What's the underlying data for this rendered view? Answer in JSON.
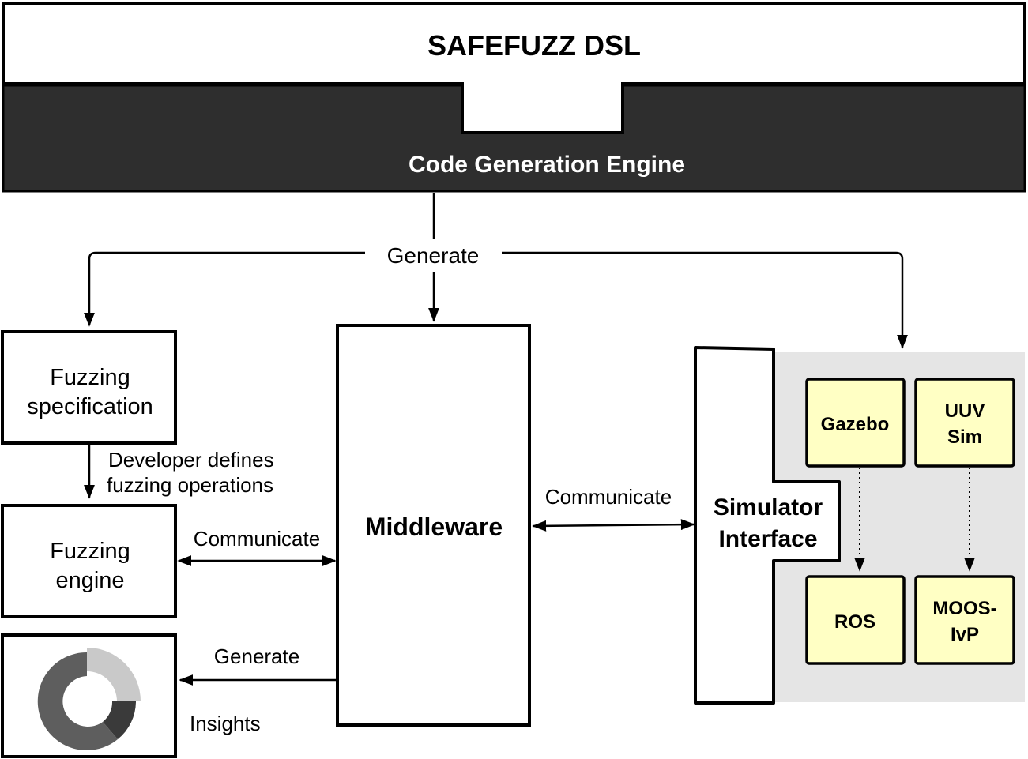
{
  "header": {
    "dsl_title": "SAFEFUZZ DSL",
    "engine_title": "Code Generation Engine"
  },
  "labels": {
    "generate_top": "Generate",
    "developer_line1": "Developer defines",
    "developer_line2": "fuzzing operations",
    "communicate_left": "Communicate",
    "communicate_right": "Communicate",
    "generate_bottom": "Generate",
    "insights": "Insights"
  },
  "boxes": {
    "fuzzing_spec_line1": "Fuzzing",
    "fuzzing_spec_line2": "specification",
    "fuzzing_engine_line1": "Fuzzing",
    "fuzzing_engine_line2": "engine",
    "middleware": "Middleware",
    "simulator_line1": "Simulator",
    "simulator_line2": "Interface"
  },
  "simulators": {
    "gazebo": "Gazebo",
    "uuv_line1": "UUV",
    "uuv_line2": "Sim",
    "ros": "ROS",
    "moos_line1": "MOOS-",
    "moos_line2": "IvP"
  },
  "colors": {
    "engine_fill": "#2e2e2e",
    "sim_panel": "#e5e5e5",
    "sim_box": "#ffffc4"
  }
}
